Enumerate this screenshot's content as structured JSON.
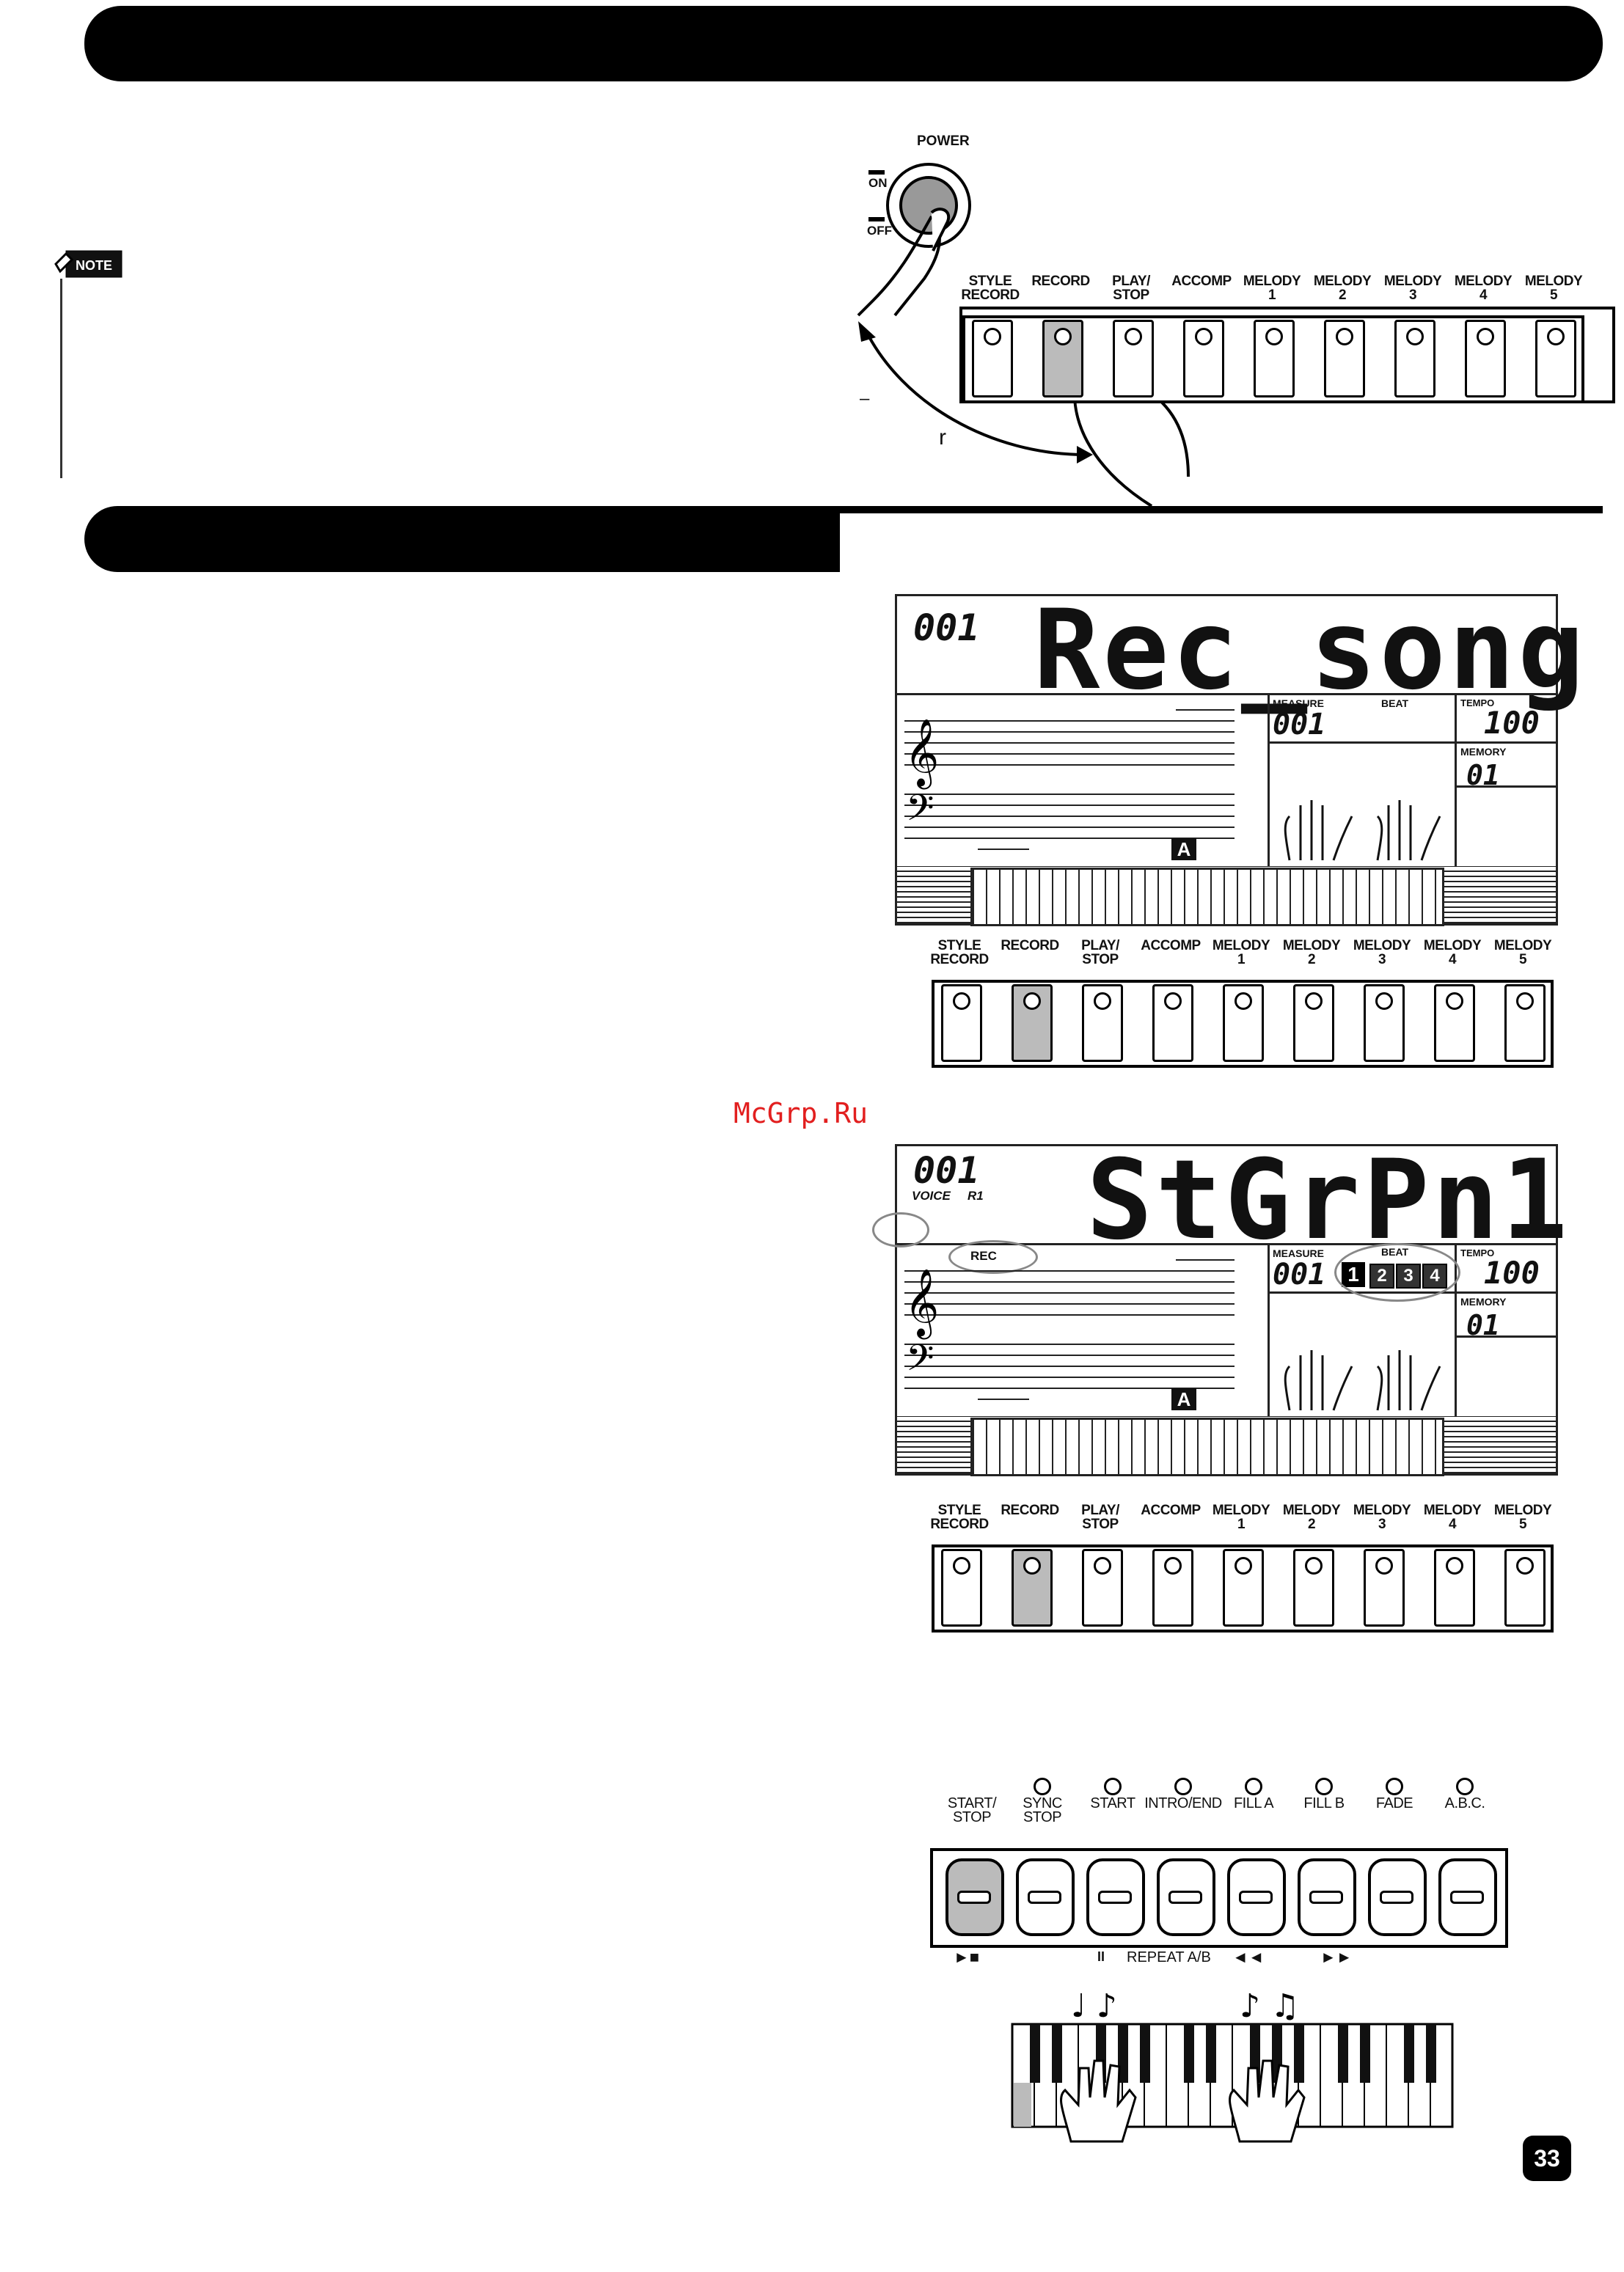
{
  "header_bars": {
    "top": "",
    "section": ""
  },
  "note_icon": {
    "label": "NOTE"
  },
  "power_panel": {
    "power_label": "POWER",
    "on_label": "ON",
    "off_label": "OFF",
    "buttons": [
      "STYLE\nRECORD",
      "RECORD",
      "PLAY/\nSTOP",
      "ACCOMP",
      "MELODY\n1",
      "MELODY\n2",
      "MELODY\n3",
      "MELODY\n4",
      "MELODY\n5"
    ],
    "arrow_mark_left": "–",
    "arrow_mark_right": "r"
  },
  "lcd1": {
    "number": "001",
    "main_text": "Rec_song",
    "measure_label": "MEASURE",
    "measure_value": "001",
    "beat_label": "BEAT",
    "tempo_label": "TEMPO",
    "tempo_value": "100",
    "memory_label": "MEMORY",
    "memory_value": "01",
    "accomp_mark": "A"
  },
  "panel2": {
    "buttons": [
      "STYLE\nRECORD",
      "RECORD",
      "PLAY/\nSTOP",
      "ACCOMP",
      "MELODY\n1",
      "MELODY\n2",
      "MELODY\n3",
      "MELODY\n4",
      "MELODY\n5"
    ]
  },
  "watermark": "McGrp.Ru",
  "lcd2": {
    "number": "001",
    "voice_label": "VOICE",
    "r1_label": "R1",
    "main_text": "StGrPn1",
    "rec_label": "REC",
    "measure_label": "MEASURE",
    "measure_value": "001",
    "beat_label": "BEAT",
    "beats": [
      "1",
      "2",
      "3",
      "4"
    ],
    "tempo_label": "TEMPO",
    "tempo_value": "100",
    "memory_label": "MEMORY",
    "memory_value": "01",
    "accomp_mark": "A"
  },
  "panel3": {
    "buttons": [
      "STYLE\nRECORD",
      "RECORD",
      "PLAY/\nSTOP",
      "ACCOMP",
      "MELODY\n1",
      "MELODY\n2",
      "MELODY\n3",
      "MELODY\n4",
      "MELODY\n5"
    ]
  },
  "style_panel": {
    "buttons": [
      "START/\nSTOP",
      "SYNC\nSTOP",
      "START",
      "INTRO/END",
      "FILL A",
      "FILL B",
      "FADE",
      "A.B.C."
    ],
    "sync_label": "SYNC",
    "bottom_play": "►■",
    "bottom_pause": "II",
    "bottom_repeat": "REPEAT A/B",
    "bottom_rew": "◄◄",
    "bottom_ff": "►►"
  },
  "page_number": "33"
}
